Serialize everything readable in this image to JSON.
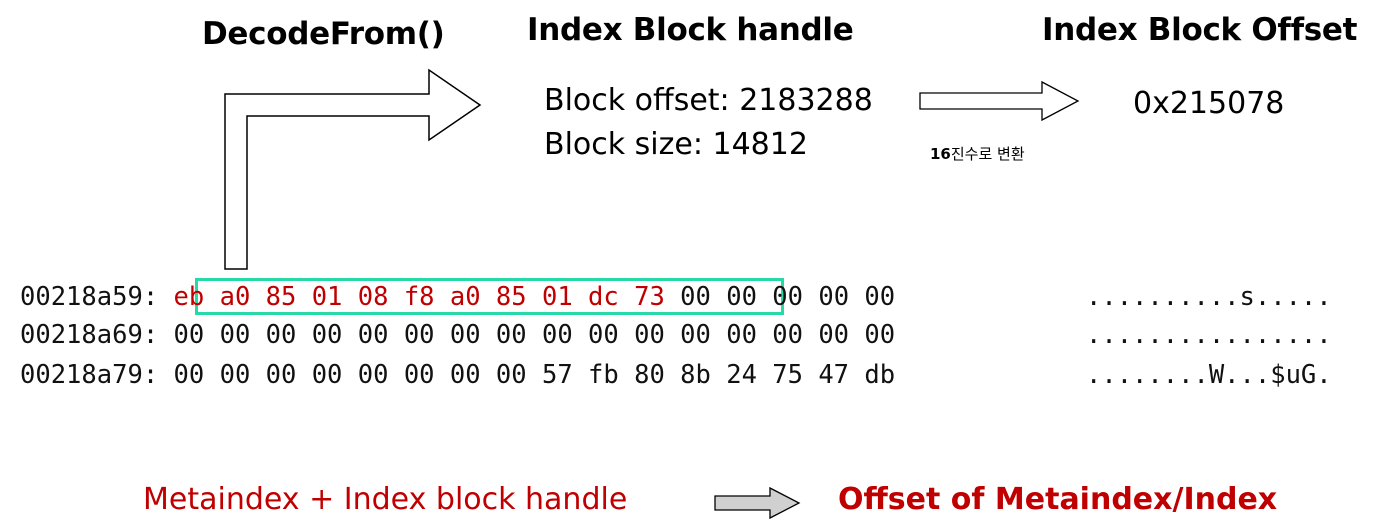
{
  "headers": {
    "decode": "DecodeFrom()",
    "handle": "Index Block handle",
    "offset": "Index Block Offset"
  },
  "handle_block": {
    "offset_line": "Block offset: 2183288",
    "size_line": "Block size: 14812"
  },
  "conversion": {
    "label_num": "16",
    "label_text": "진수로 변환"
  },
  "offset_value": "0x215078",
  "hexdump": {
    "rows": [
      {
        "address": "00218a59:",
        "highlighted": "eb a0 85 01 08 f8 a0 85 01 dc 73",
        "bytes_rest": "00 00 00 00 00",
        "ascii": "..........s....."
      },
      {
        "address": "00218a69:",
        "highlighted": "",
        "bytes_rest": "00 00 00 00 00 00 00 00 00 00 00 00 00 00 00 00",
        "ascii": "................"
      },
      {
        "address": "00218a79:",
        "highlighted": "",
        "bytes_rest": "00 00 00 00 00 00 00 00 57 fb 80 8b 24 75 47 db",
        "ascii": "........W...$uG."
      }
    ]
  },
  "footer": {
    "left": "Metaindex + Index block handle",
    "right": "Offset of Metaindex/Index"
  },
  "colors": {
    "highlight_text": "#c00000",
    "highlight_box": "#26d9a6",
    "footer_arrow_fill": "#d0d0d0"
  }
}
